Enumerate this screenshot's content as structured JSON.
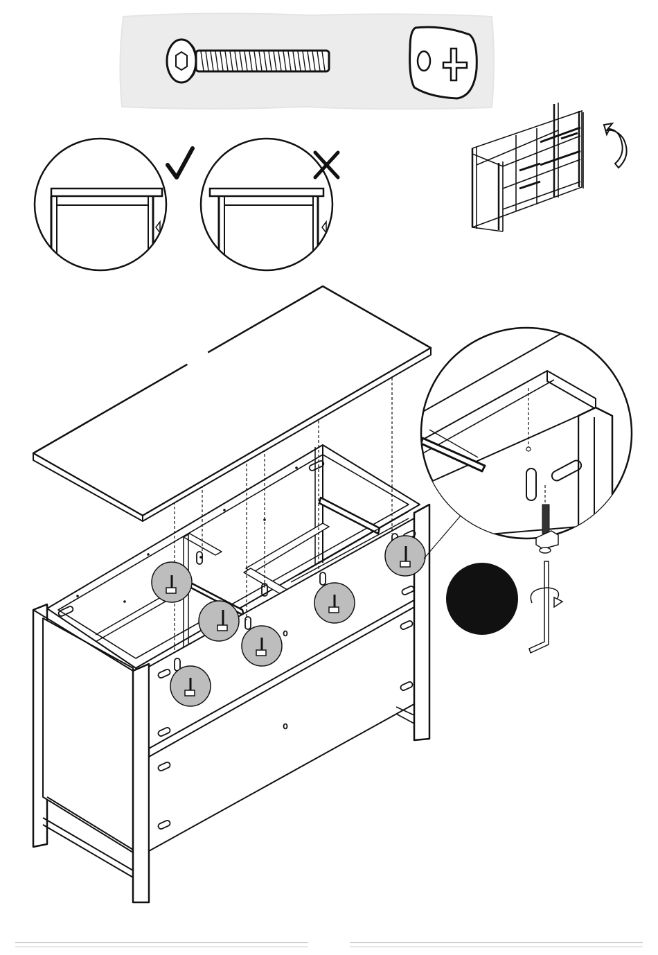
{
  "page": {
    "type": "assembly-instruction-diagram",
    "step_badge_color": "#111111"
  },
  "hardware_panel": {
    "items": [
      {
        "name": "hex-socket-bolt",
        "icon": "bolt-icon"
      },
      {
        "name": "cam-lock-nut",
        "icon": "cam-nut-icon"
      }
    ],
    "background": "#ececec"
  },
  "fit_examples": [
    {
      "verdict": "correct",
      "icon": "check-icon"
    },
    {
      "verdict": "incorrect",
      "icon": "cross-icon"
    }
  ],
  "orientation_hint": {
    "icon": "rotate-arrow-icon"
  },
  "detail_callout": {
    "tool": "hex-key-icon",
    "action": "turn-clockwise"
  },
  "colors": {
    "line": "#111111",
    "callout_fill": "#bdbdbd",
    "footer_line": "#cfcfcf"
  }
}
